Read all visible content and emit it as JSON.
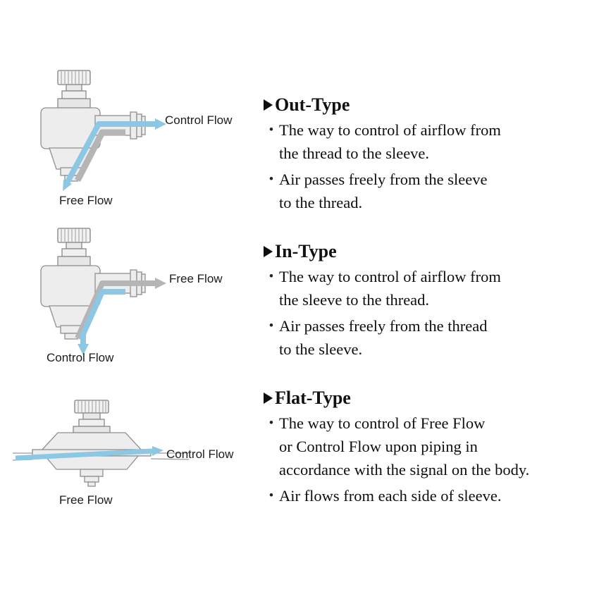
{
  "glyphs": {
    "bullet": "•"
  },
  "colors": {
    "flow_blue": "#8cc7e4",
    "flow_gray": "#b5b5b5",
    "body_fill": "#ededed",
    "body_stroke": "#8f8f8f"
  },
  "sections": [
    {
      "heading": "Out-Type",
      "bullets": [
        "The way to control of airflow from\nthe thread to the sleeve.",
        "Air passes freely from the sleeve\nto the thread."
      ],
      "labels": {
        "side": "Control Flow",
        "bottom": "Free Flow"
      }
    },
    {
      "heading": "In-Type",
      "bullets": [
        "The way to control of airflow from\nthe sleeve to the thread.",
        "Air passes freely from the thread\nto the sleeve."
      ],
      "labels": {
        "side": "Free Flow",
        "bottom": "Control Flow"
      }
    },
    {
      "heading": "Flat-Type",
      "bullets": [
        "The way to control of Free Flow\nor Control Flow upon piping in\naccordance with the signal on the body.",
        "Air flows from each side of sleeve."
      ],
      "labels": {
        "side": "Control Flow",
        "bottom": "Free Flow"
      }
    }
  ]
}
